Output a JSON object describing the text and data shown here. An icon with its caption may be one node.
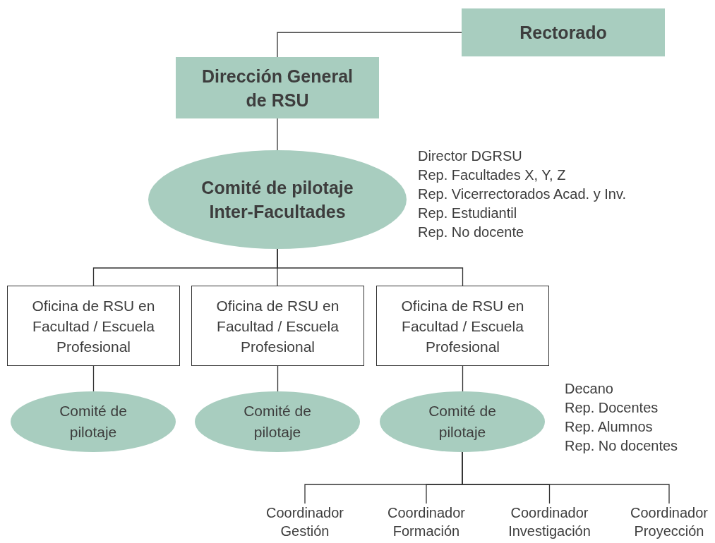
{
  "diagram": {
    "nodes": [
      {
        "text": [
          "Rectorado"
        ]
      },
      {
        "text": [
          "Dirección General de RSU"
        ]
      },
      {
        "text": [
          "Comité de pilotaje Inter-Facultades"
        ],
        "beside": [
          "Director DGRSU",
          "Rep. Facultades X, Y, Z",
          "Rep. Vicerrectorados Acad. y Inv.",
          "Rep. Estudiantil",
          "Rep. No docente"
        ]
      },
      {
        "text": [
          "Oficina de RSU en Facultad / Escuela Profesional"
        ]
      },
      {
        "text": [
          "Oficina de RSU en Facultad / Escuela Profesional"
        ]
      },
      {
        "text": [
          "Oficina de RSU en Facultad / Escuela Profesional"
        ]
      },
      {
        "text": [
          "Comité de pilotaje"
        ]
      },
      {
        "text": [
          "Comité de pilotaje"
        ]
      },
      {
        "text": [
          "Comité de pilotaje"
        ],
        "beside": [
          "Decano",
          "Rep. Docentes",
          "Rep. Alumnos",
          "Rep. No docentes"
        ]
      },
      {
        "text": [
          "Coordinador Gestión"
        ]
      },
      {
        "text": [
          "Coordinador Formación"
        ]
      },
      {
        "text": [
          "Coordinador Investigación"
        ]
      },
      {
        "text": [
          "Coordinador Proyección"
        ]
      }
    ],
    "edges": [
      {
        "from": 0,
        "to": 1,
        "arrow": "none"
      },
      {
        "from": 1,
        "to": 2,
        "arrow": "none"
      },
      {
        "from": 2,
        "to": 3,
        "arrow": "none"
      },
      {
        "from": 2,
        "to": 4,
        "arrow": "none"
      },
      {
        "from": 2,
        "to": 5,
        "arrow": "none"
      },
      {
        "from": 3,
        "to": 6,
        "arrow": "none"
      },
      {
        "from": 4,
        "to": 7,
        "arrow": "none"
      },
      {
        "from": 5,
        "to": 8,
        "arrow": "none"
      },
      {
        "from": 8,
        "to": 9,
        "arrow": "none"
      },
      {
        "from": 8,
        "to": 10,
        "arrow": "none"
      },
      {
        "from": 8,
        "to": 11,
        "arrow": "none"
      },
      {
        "from": 8,
        "to": 12,
        "arrow": "none"
      }
    ]
  }
}
